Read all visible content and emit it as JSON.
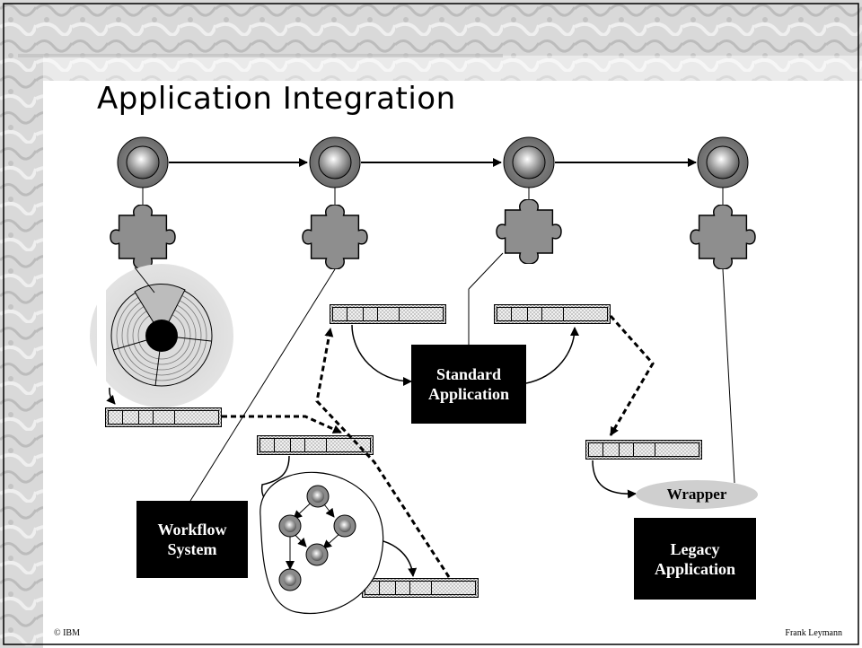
{
  "slide": {
    "title": "Application Integration",
    "boxes": {
      "standard_application": "Standard\nApplication",
      "workflow_system": "Workflow\nSystem",
      "legacy_application": "Legacy\nApplication"
    },
    "wrapper_label": "Wrapper",
    "footer_left": "© IBM",
    "footer_right": "Frank Leymann"
  }
}
